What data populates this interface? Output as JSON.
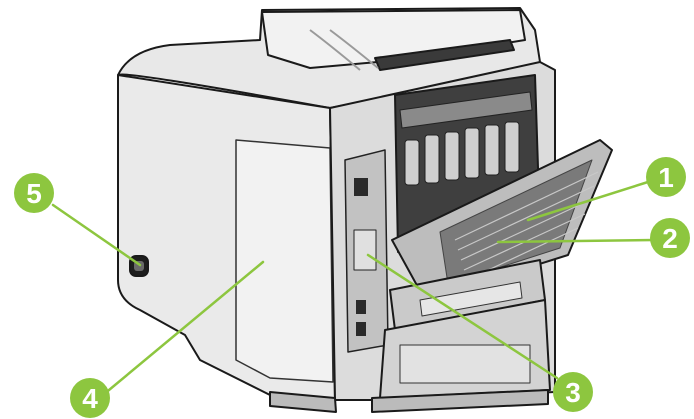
{
  "colors": {
    "callout_fill": "#8dc63f",
    "leader_line": "#8dc63f",
    "body_light": "#e6e6e6",
    "body_mid": "#c9c9c9",
    "body_dark": "#4a4a4a",
    "outline": "#1a1a1a"
  },
  "callouts": [
    {
      "id": "1",
      "label": "1"
    },
    {
      "id": "2",
      "label": "2"
    },
    {
      "id": "3",
      "label": "3"
    },
    {
      "id": "4",
      "label": "4"
    },
    {
      "id": "5",
      "label": "5"
    }
  ]
}
